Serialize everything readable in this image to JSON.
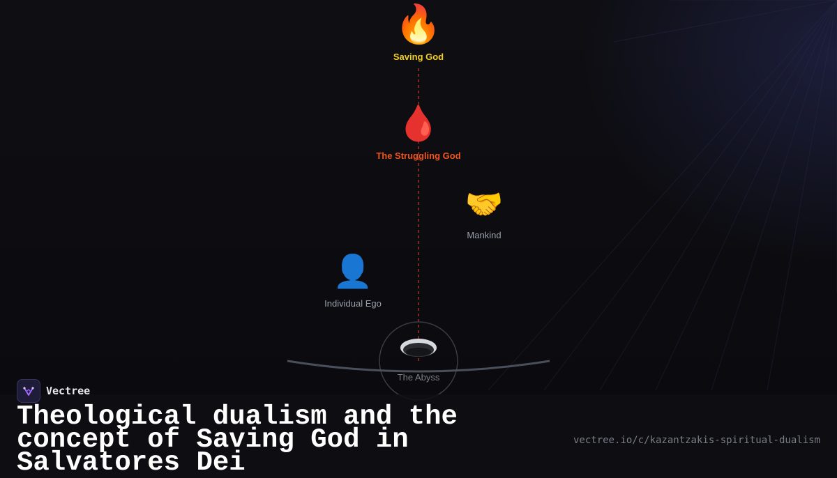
{
  "diagram": {
    "nodes": {
      "saving_god": {
        "label": "Saving God",
        "icon": "fire-icon",
        "glyph": "🔥",
        "color": "#f5cf1f"
      },
      "struggling_god": {
        "label": "The Struggling God",
        "icon": "blood-drop-icon",
        "glyph": "🩸",
        "color": "#f0541e"
      },
      "mankind": {
        "label": "Mankind",
        "icon": "handshake-icon",
        "glyph": "🤝",
        "color": "#9aa0aa"
      },
      "individual_ego": {
        "label": "Individual Ego",
        "icon": "person-silhouette-icon",
        "glyph": "👤",
        "color": "#9aa0aa"
      },
      "abyss": {
        "label": "The Abyss",
        "icon": "abyss-hole-icon",
        "color": "#7b7f88"
      }
    },
    "connector_color": "#c0392b"
  },
  "brand": {
    "name": "Vectree",
    "logo": "vectree-logo-icon"
  },
  "title": "Theological dualism and the concept of Saving God in Salvatores Dei",
  "url": "vectree.io/c/kazantzakis-spiritual-dualism"
}
